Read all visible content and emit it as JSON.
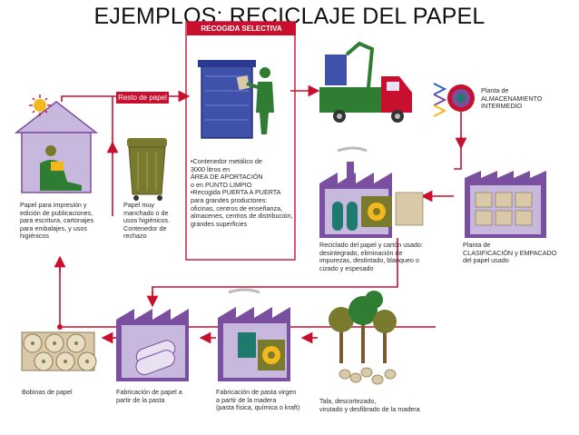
{
  "title": "EJEMPLOS: RECICLAJE DEL PAPEL",
  "header_box": "RECOGIDA SELECTIVA",
  "resto_label": "Resto de papel",
  "labels": {
    "papel_uso": [
      "Papel para impresión y",
      "edición de publicaciones,",
      "para escritura, cartonajes",
      "para embalajes, y usos",
      "higiénicos"
    ],
    "papel_muy_manchado": [
      "Papel muy",
      "manchado o de",
      "usos higiénicos.",
      "Contenedor de",
      "rechazo"
    ],
    "contenedor": [
      "•Contenedor metálico de",
      "3000 litros en",
      "ÁREA DE APORTACIÓN",
      "o en PUNTO LIMPIO",
      "•Recogida PUERTA A PUERTA",
      "para grandes productores:",
      "oficinas, centros de enseñanza,",
      "almacenes, centros de distribución,",
      "grandes superficies"
    ],
    "planta_almacenamiento": [
      "Planta de",
      "ALMACENAMIENTO",
      "INTERMEDIO"
    ],
    "reciclado": [
      "Reciclado del papel y cartón usado:",
      "desintegrado, eliminación de",
      "impurezas, destintado, blanqueo o",
      "cizado y espesado"
    ],
    "planta_clasificacion": [
      "Planta de",
      "CLASIFICACIÓN y EMPACADO",
      "del papel usado"
    ],
    "bobinas": [
      "Bobinas de papel"
    ],
    "fabricacion_papel": [
      "Fabricación de papel a",
      "partir de la pasta"
    ],
    "fabricacion_pasta": [
      "Fabricación de pasta virgen",
      "a partir de la madera",
      "(pasta física, química o kraft)"
    ],
    "tala": [
      "Tala, descortezado,",
      "virutado y desfibrado de la madera"
    ]
  },
  "colors": {
    "purple": "#7b4fa0",
    "light_purple": "#c9b8de",
    "red": "#c8102e",
    "green": "#2e7d32",
    "olive": "#7a7a2e",
    "teal": "#1f7a6e",
    "blue_arrow": "#2a64c8",
    "yellow": "#f2b81c",
    "sand": "#d9c9a8"
  }
}
